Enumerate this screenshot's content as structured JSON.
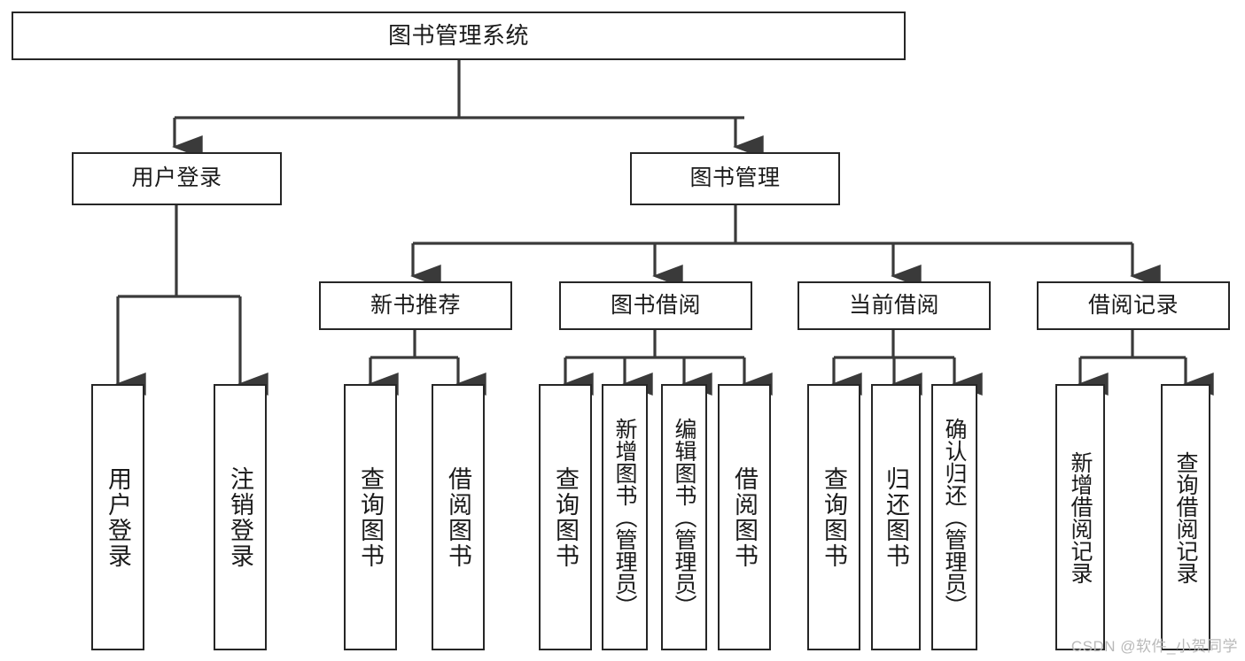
{
  "diagram": {
    "title": "图书管理系统",
    "type": "tree-hierarchy-diagram",
    "colors": {
      "box_border": "#262626",
      "box_fill": "#ffffff",
      "connector": "#3a3a3a",
      "text": "#1a1a1a",
      "watermark": "#b9b9b9",
      "background": "#ffffff"
    },
    "root": {
      "label": "图书管理系统"
    },
    "level1": [
      {
        "label": "用户登录"
      },
      {
        "label": "图书管理"
      }
    ],
    "level2": [
      {
        "label": "新书推荐"
      },
      {
        "label": "图书借阅"
      },
      {
        "label": "当前借阅"
      },
      {
        "label": "借阅记录"
      }
    ],
    "leaves": [
      {
        "label": "用户登录",
        "parent": "用户登录"
      },
      {
        "label": "注销登录",
        "parent": "用户登录"
      },
      {
        "label": "查询图书",
        "parent": "新书推荐"
      },
      {
        "label": "借阅图书",
        "parent": "新书推荐"
      },
      {
        "label": "查询图书",
        "parent": "图书借阅"
      },
      {
        "label": "新增图书（管理员）",
        "parent": "图书借阅"
      },
      {
        "label": "编辑图书（管理员）",
        "parent": "图书借阅"
      },
      {
        "label": "借阅图书",
        "parent": "图书借阅"
      },
      {
        "label": "查询图书",
        "parent": "当前借阅"
      },
      {
        "label": "归还图书",
        "parent": "当前借阅"
      },
      {
        "label": "确认归还（管理员）",
        "parent": "当前借阅"
      },
      {
        "label": "新增借阅记录",
        "parent": "借阅记录"
      },
      {
        "label": "查询借阅记录",
        "parent": "借阅记录"
      }
    ],
    "watermark": "CSDN @软件_小贺同学"
  }
}
